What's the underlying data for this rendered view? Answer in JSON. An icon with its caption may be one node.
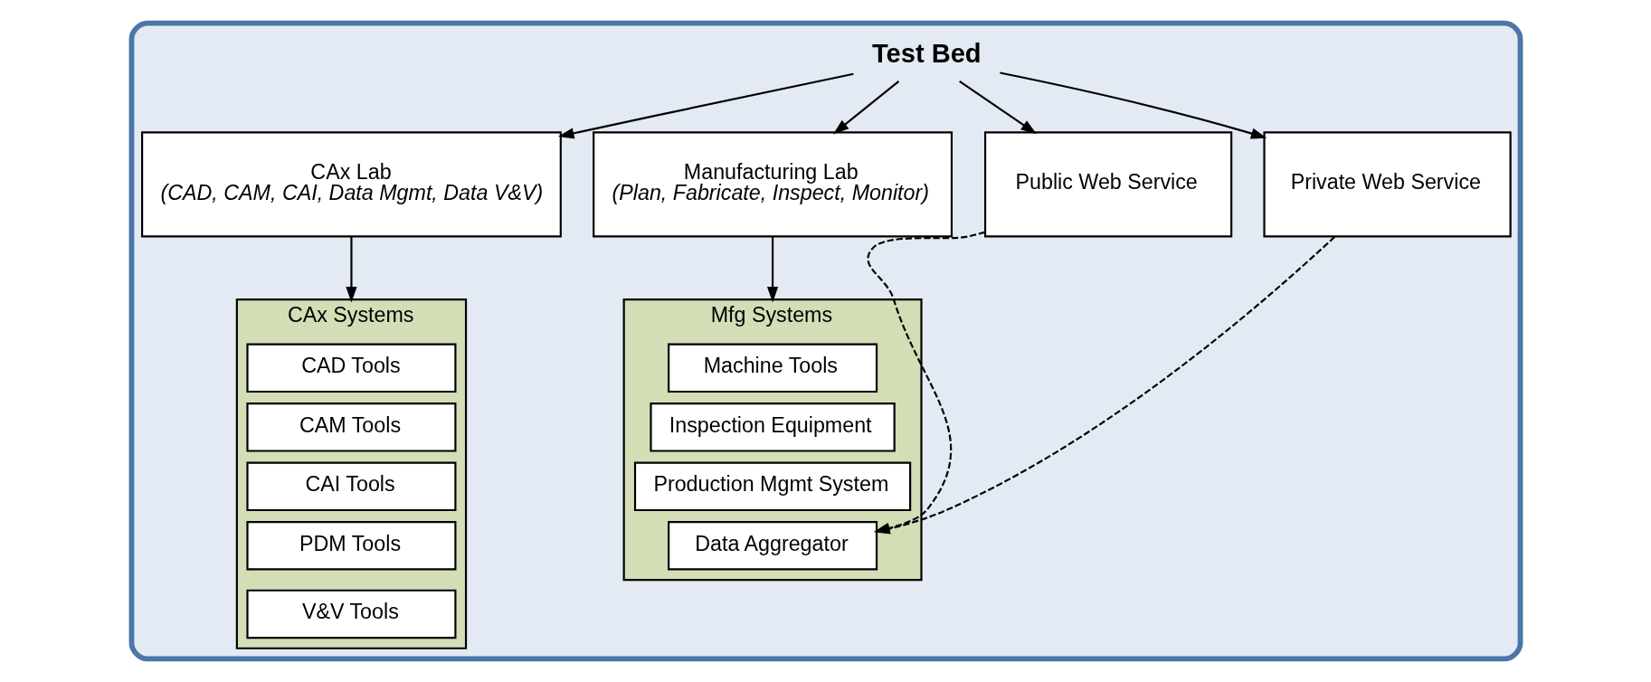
{
  "diagram": {
    "nodes": [
      {
        "text": [],
        "shape": "box"
      },
      {
        "text": [
          "Test Bed"
        ],
        "in": 0
      },
      {
        "text": [
          "CAx Lab",
          "(CAD, CAM, CAI, Data Mgmt, Data V&V)"
        ],
        "in": 0
      },
      {
        "text": [
          "Manufacturing Lab",
          "(Plan, Fabricate, Inspect, Monitor)"
        ],
        "in": 0
      },
      {
        "text": [
          "Public Web Service"
        ],
        "in": 0
      },
      {
        "text": [
          "Private Web Service"
        ],
        "in": 0
      },
      {
        "text": [
          "CAx Systems"
        ],
        "in": 0
      },
      {
        "text": [
          "CAD Tools"
        ],
        "in": 6
      },
      {
        "text": [
          "CAM Tools"
        ],
        "in": 6
      },
      {
        "text": [
          "CAI Tools"
        ],
        "in": 6
      },
      {
        "text": [
          "PDM Tools"
        ],
        "in": 6
      },
      {
        "text": [
          "V&V Tools"
        ],
        "in": 6
      },
      {
        "text": [
          "Mfg Systems"
        ],
        "in": 0
      },
      {
        "text": [
          "Machine Tools"
        ],
        "in": 12
      },
      {
        "text": [
          "Inspection Equipment"
        ],
        "in": 12
      },
      {
        "text": [
          "Production Mgmt System"
        ],
        "in": 12
      },
      {
        "text": [
          "Data Aggregator"
        ],
        "in": 12
      }
    ],
    "edges": [
      {
        "from": 1,
        "to": 2,
        "arrow": "to"
      },
      {
        "from": 1,
        "to": 3,
        "arrow": "to"
      },
      {
        "from": 1,
        "to": 4,
        "arrow": "to"
      },
      {
        "from": 1,
        "to": 5,
        "arrow": "to"
      },
      {
        "from": 2,
        "to": 6,
        "arrow": "to"
      },
      {
        "from": 3,
        "to": 12,
        "arrow": "to"
      },
      {
        "from": 4,
        "to": 16,
        "arrow": "to",
        "style": "dashed"
      },
      {
        "from": 5,
        "to": 16,
        "arrow": "to",
        "style": "dashed"
      }
    ]
  }
}
